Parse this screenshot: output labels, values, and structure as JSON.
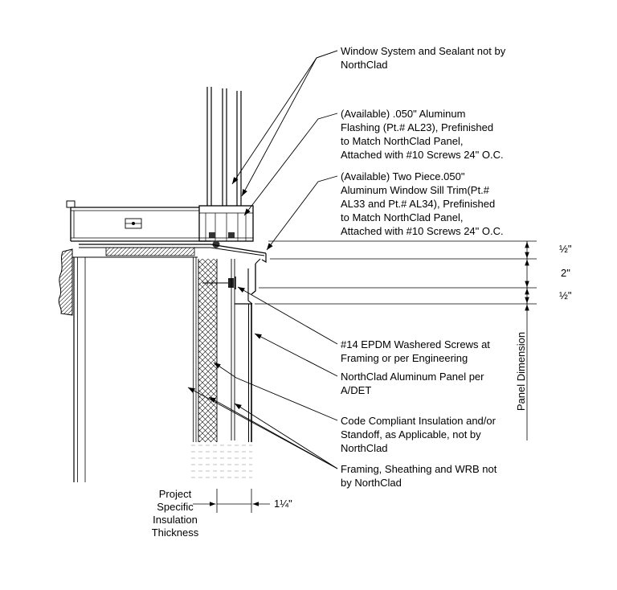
{
  "callouts": [
    {
      "text": "Window System and Sealant not by\nNorthClad"
    },
    {
      "text": "(Available) .050\" Aluminum\nFlashing (Pt.# AL23), Prefinished\nto Match NorthClad Panel,\nAttached with #10 Screws 24\" O.C."
    },
    {
      "text": "(Available) Two Piece.050\"\nAluminum Window Sill Trim(Pt.#\nAL33 and Pt.# AL34), Prefinished\nto Match NorthClad Panel,\nAttached with #10 Screws 24\" O.C."
    },
    {
      "text": "#14 EPDM Washered Screws at\nFraming or per Engineering"
    },
    {
      "text": "NorthClad Aluminum Panel per\nA/DET"
    },
    {
      "text": "Code Compliant Insulation and/or\nStandoff, as Applicable, not by\nNorthClad"
    },
    {
      "text": "Framing, Sheathing and WRB not\nby NorthClad"
    }
  ],
  "dimensions": {
    "gap_top": "½\"",
    "trim_height": "2\"",
    "gap_bottom": "½\"",
    "panel_dimension": "Panel Dimension",
    "panel_offset": "1¼\"",
    "insulation_note": "Project\nSpecific\nInsulation\nThickness"
  },
  "colors": {
    "line": "#000000",
    "fade": "#c0c0c0",
    "background": "#ffffff"
  }
}
